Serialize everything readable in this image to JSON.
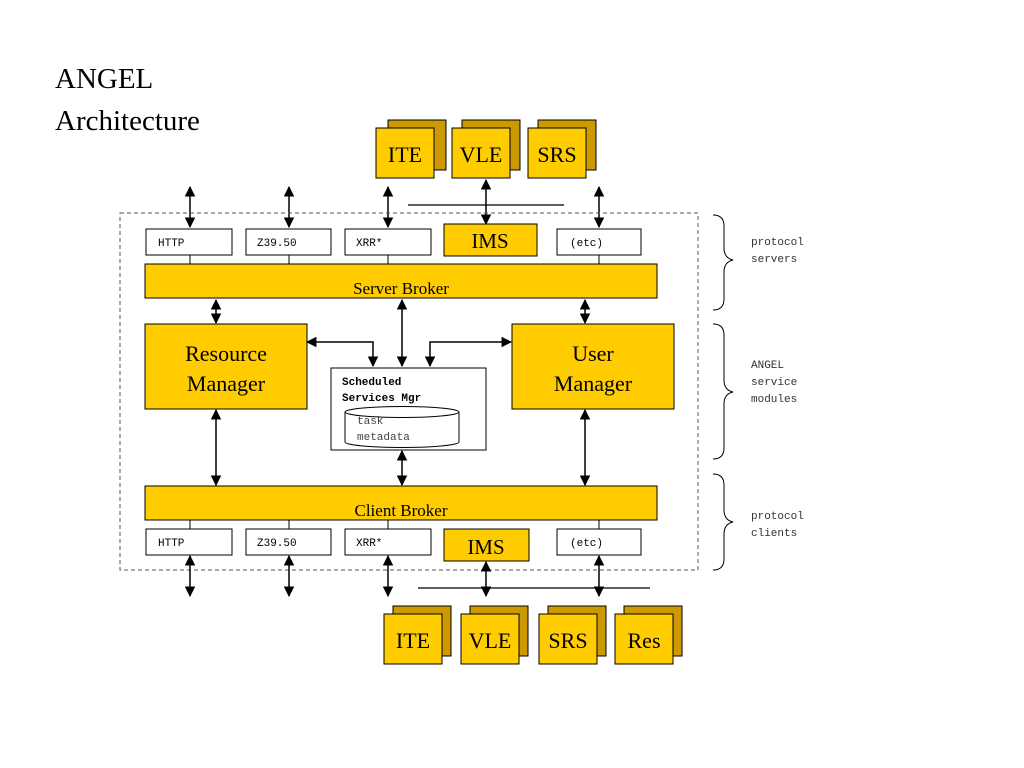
{
  "title": {
    "line1": "ANGEL",
    "line2": "Architecture"
  },
  "top_services": [
    "ITE",
    "VLE",
    "SRS"
  ],
  "bottom_services": [
    "ITE",
    "VLE",
    "SRS",
    "Res"
  ],
  "protocol_servers": [
    "HTTP",
    "Z39.50",
    "XRR*",
    "(etc)"
  ],
  "protocol_clients": [
    "HTTP",
    "Z39.50",
    "XRR*",
    "(etc)"
  ],
  "ims_label": "IMS",
  "server_broker": "Server Broker",
  "client_broker": "Client Broker",
  "resource_manager": {
    "line1": "Resource",
    "line2": "Manager"
  },
  "user_manager": {
    "line1": "User",
    "line2": "Manager"
  },
  "scheduled_services": {
    "line1": "Scheduled",
    "line2": "Services Mgr"
  },
  "task_metadata": {
    "line1": "task",
    "line2": "metadata"
  },
  "side_labels": {
    "protocol_servers": [
      "protocol",
      "servers"
    ],
    "service_modules": [
      "ANGEL",
      "service",
      "modules"
    ],
    "protocol_clients": [
      "protocol",
      "clients"
    ]
  },
  "colors": {
    "box_fill": "#FFCC00",
    "box_shadow": "#CC9900",
    "stroke": "#000000"
  }
}
